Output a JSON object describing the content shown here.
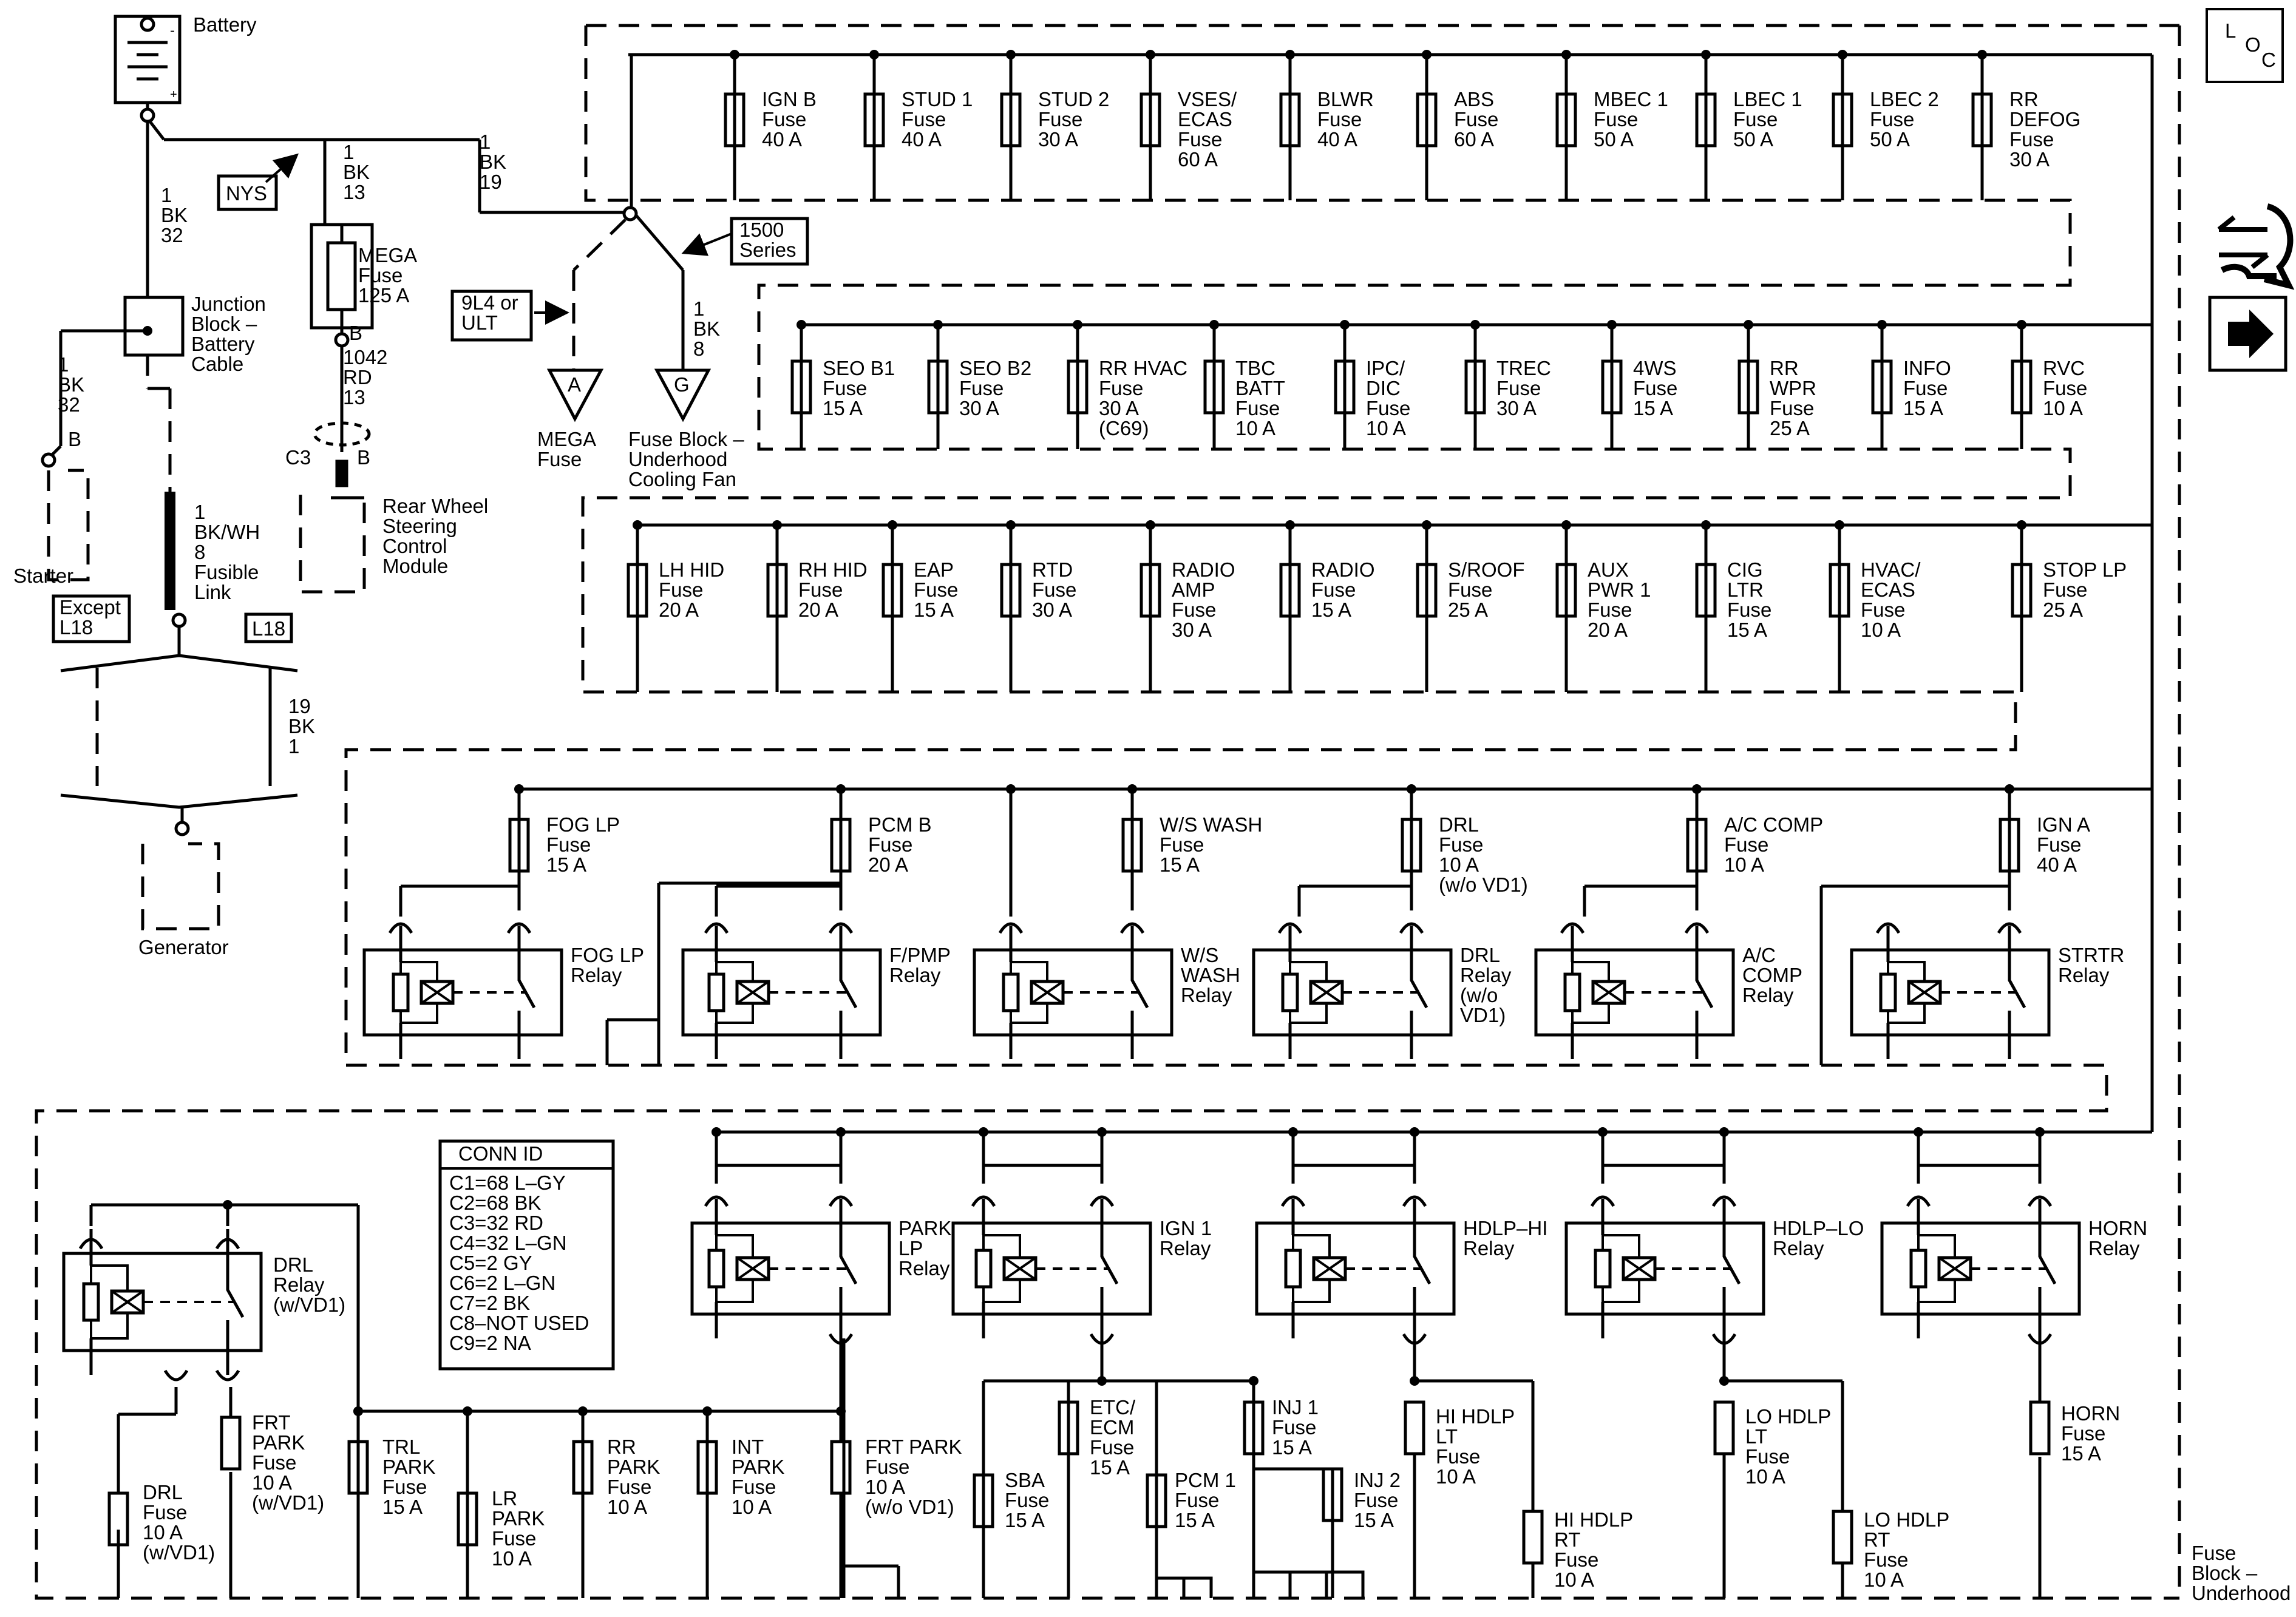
{
  "locator": {
    "l": "L",
    "o": "O",
    "c": "C"
  },
  "battery": {
    "label": "Battery",
    "minus": "-",
    "plus": "+"
  },
  "labels": {
    "nys": "NYS",
    "wire_1bk13": [
      "1",
      "BK",
      "13"
    ],
    "wire_1bk32a": [
      "1",
      "BK",
      "32"
    ],
    "wire_1bk32b": [
      "1",
      "BK",
      "32"
    ],
    "wire_1bk19": [
      "1",
      "BK",
      "19"
    ],
    "wire_1bk8": [
      "1",
      "BK",
      "8"
    ],
    "wire_1042": [
      "1042",
      "RD",
      "13"
    ],
    "wire_19bk1": [
      "19",
      "BK",
      "1"
    ],
    "fusible_link": [
      "1",
      "BK/WH",
      "8",
      "Fusible",
      "Link"
    ],
    "junction": [
      "Junction",
      "Block –",
      "Battery",
      "Cable"
    ],
    "mega_fuse": [
      "MEGA",
      "Fuse",
      "125 A"
    ],
    "series": [
      "1500",
      "Series"
    ],
    "opt_9l4": [
      "9L4 or",
      "ULT"
    ],
    "ref_a": "A",
    "ref_g": "G",
    "mega_fuse_ref": [
      "MEGA",
      "Fuse"
    ],
    "fuse_block_fan": [
      "Fuse Block –",
      "Underhood",
      "Cooling Fan"
    ],
    "c3": "C3",
    "pin_b_starter": "B",
    "pin_b_mega": "B",
    "pin_b_rws": "B",
    "rws_module": [
      "Rear Wheel",
      "Steering",
      "Control",
      "Module"
    ],
    "starter": "Starter",
    "except_l18": [
      "Except",
      "L18"
    ],
    "l18": "L18",
    "generator": "Generator",
    "fuse_block_underhood": [
      "Fuse",
      "Block –",
      "Underhood"
    ]
  },
  "row1_fuses": [
    [
      "IGN B",
      "Fuse",
      "40 A"
    ],
    [
      "STUD 1",
      "Fuse",
      "40 A"
    ],
    [
      "STUD 2",
      "Fuse",
      "30 A"
    ],
    [
      "VSES/",
      "ECAS",
      "Fuse",
      "60 A"
    ],
    [
      "BLWR",
      "Fuse",
      "40 A"
    ],
    [
      "ABS",
      "Fuse",
      "60 A"
    ],
    [
      "MBEC 1",
      "Fuse",
      "50 A"
    ],
    [
      "LBEC 1",
      "Fuse",
      "50 A"
    ],
    [
      "LBEC 2",
      "Fuse",
      "50 A"
    ],
    [
      "RR",
      "DEFOG",
      "Fuse",
      "30 A"
    ]
  ],
  "row2_fuses": [
    [
      "SEO B1",
      "Fuse",
      "15 A"
    ],
    [
      "SEO B2",
      "Fuse",
      "30 A"
    ],
    [
      "RR HVAC",
      "Fuse",
      "30 A",
      "(C69)"
    ],
    [
      "TBC",
      "BATT",
      "Fuse",
      "10 A"
    ],
    [
      "IPC/",
      "DIC",
      "Fuse",
      "10 A"
    ],
    [
      "TREC",
      "Fuse",
      "30 A"
    ],
    [
      "4WS",
      "Fuse",
      "15 A"
    ],
    [
      "RR",
      "WPR",
      "Fuse",
      "25 A"
    ],
    [
      "INFO",
      "Fuse",
      "15 A"
    ],
    [
      "RVC",
      "Fuse",
      "10 A"
    ]
  ],
  "row3_fuses": [
    [
      "LH HID",
      "Fuse",
      "20 A"
    ],
    [
      "RH HID",
      "Fuse",
      "20 A"
    ],
    [
      "EAP",
      "Fuse",
      "15 A"
    ],
    [
      "RTD",
      "Fuse",
      "30 A"
    ],
    [
      "RADIO",
      "AMP",
      "Fuse",
      "30 A"
    ],
    [
      "RADIO",
      "Fuse",
      "15 A"
    ],
    [
      "S/ROOF",
      "Fuse",
      "25 A"
    ],
    [
      "AUX",
      "PWR 1",
      "Fuse",
      "20 A"
    ],
    [
      "CIG",
      "LTR",
      "Fuse",
      "15 A"
    ],
    [
      "HVAC/",
      "ECAS",
      "Fuse",
      "10 A"
    ],
    [
      "STOP LP",
      "Fuse",
      "25 A"
    ]
  ],
  "row4_fuses": [
    [
      "FOG LP",
      "Fuse",
      "15 A"
    ],
    [
      "PCM B",
      "Fuse",
      "20 A"
    ],
    [
      "W/S WASH",
      "Fuse",
      "15 A"
    ],
    [
      "DRL",
      "Fuse",
      "10 A",
      "(w/o VD1)"
    ],
    [
      "A/C COMP",
      "Fuse",
      "10 A"
    ],
    [
      "IGN A",
      "Fuse",
      "40 A"
    ]
  ],
  "row4_relays": [
    [
      "FOG LP",
      "Relay"
    ],
    [
      "F/PMP",
      "Relay"
    ],
    [
      "W/S",
      "WASH",
      "Relay"
    ],
    [
      "DRL",
      "Relay",
      "(w/o",
      "VD1)"
    ],
    [
      "A/C",
      "COMP",
      "Relay"
    ],
    [
      "STRTR",
      "Relay"
    ]
  ],
  "row5_relays": [
    [
      "PARK",
      "LP",
      "Relay"
    ],
    [
      "IGN 1",
      "Relay"
    ],
    [
      "HDLP–HI",
      "Relay"
    ],
    [
      "HDLP–LO",
      "Relay"
    ],
    [
      "HORN",
      "Relay"
    ]
  ],
  "drl_relay_vd1": [
    "DRL",
    "Relay",
    "(w/VD1)"
  ],
  "conn_id": {
    "title": "CONN ID",
    "lines": [
      "C1=68 L–GY",
      "C2=68 BK",
      "C3=32 RD",
      "C4=32 L–GN",
      "C5=2 GY",
      "C6=2 L–GN",
      "C7=2 BK",
      "C8–NOT USED",
      "C9=2 NA"
    ]
  },
  "row5_fuses": [
    [
      "DRL",
      "Fuse",
      "10 A",
      "(w/VD1)"
    ],
    [
      "FRT",
      "PARK",
      "Fuse",
      "10 A",
      "(w/VD1)"
    ],
    [
      "TRL",
      "PARK",
      "Fuse",
      "15 A"
    ],
    [
      "LR",
      "PARK",
      "Fuse",
      "10 A"
    ],
    [
      "RR",
      "PARK",
      "Fuse",
      "10 A"
    ],
    [
      "INT",
      "PARK",
      "Fuse",
      "10 A"
    ],
    [
      "FRT PARK",
      "Fuse",
      "10 A",
      "(w/o VD1)"
    ],
    [
      "SBA",
      "Fuse",
      "15 A"
    ],
    [
      "ETC/",
      "ECM",
      "Fuse",
      "15 A"
    ],
    [
      "PCM 1",
      "Fuse",
      "15 A"
    ],
    [
      "INJ 1",
      "Fuse",
      "15 A"
    ],
    [
      "INJ 2",
      "Fuse",
      "15 A"
    ],
    [
      "HI HDLP",
      "LT",
      "Fuse",
      "10 A"
    ],
    [
      "HI HDLP",
      "RT",
      "Fuse",
      "10 A"
    ],
    [
      "LO HDLP",
      "LT",
      "Fuse",
      "10 A"
    ],
    [
      "LO HDLP",
      "RT",
      "Fuse",
      "10 A"
    ],
    [
      "HORN",
      "Fuse",
      "15 A"
    ]
  ],
  "side_icons": [
    "schematic-nav-icon",
    "right-arrow-icon"
  ]
}
